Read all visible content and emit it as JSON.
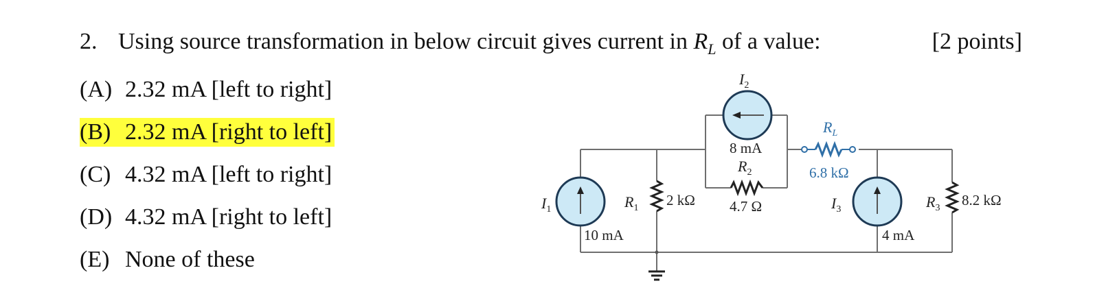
{
  "question": {
    "number": "2.",
    "text_before": "Using source transformation in below circuit gives current in",
    "rl_symbol": "R",
    "rl_sub": "L",
    "text_after": "of a value:",
    "points": "[2 points]"
  },
  "options": [
    {
      "letter": "(A)",
      "text": "2.32 mA [left to right]",
      "highlighted": false
    },
    {
      "letter": "(B)",
      "text": "2.32 mA [right to left]",
      "highlighted": true
    },
    {
      "letter": "(C)",
      "text": "4.32 mA [left to right]",
      "highlighted": false
    },
    {
      "letter": "(D)",
      "text": "4.32 mA [right to left]",
      "highlighted": false
    },
    {
      "letter": "(E)",
      "text": "None of these",
      "highlighted": false
    }
  ],
  "circuit": {
    "i1": {
      "symbol": "I",
      "sub": "1",
      "value": "10 mA"
    },
    "i2": {
      "symbol": "I",
      "sub": "2",
      "value": "8 mA"
    },
    "i3": {
      "symbol": "I",
      "sub": "3",
      "value": "4 mA"
    },
    "r1": {
      "symbol": "R",
      "sub": "1",
      "value": "2 kΩ"
    },
    "r2": {
      "symbol": "R",
      "sub": "2",
      "value": "4.7 Ω"
    },
    "r3": {
      "symbol": "R",
      "sub": "3",
      "value": "8.2 kΩ"
    },
    "rl": {
      "symbol": "R",
      "sub": "L",
      "value": "6.8 kΩ"
    }
  },
  "colors": {
    "highlight": "#ffff3c",
    "source_fill": "#cde9f6",
    "source_stroke": "#1e3a55",
    "rl_color": "#2f6fa7"
  }
}
